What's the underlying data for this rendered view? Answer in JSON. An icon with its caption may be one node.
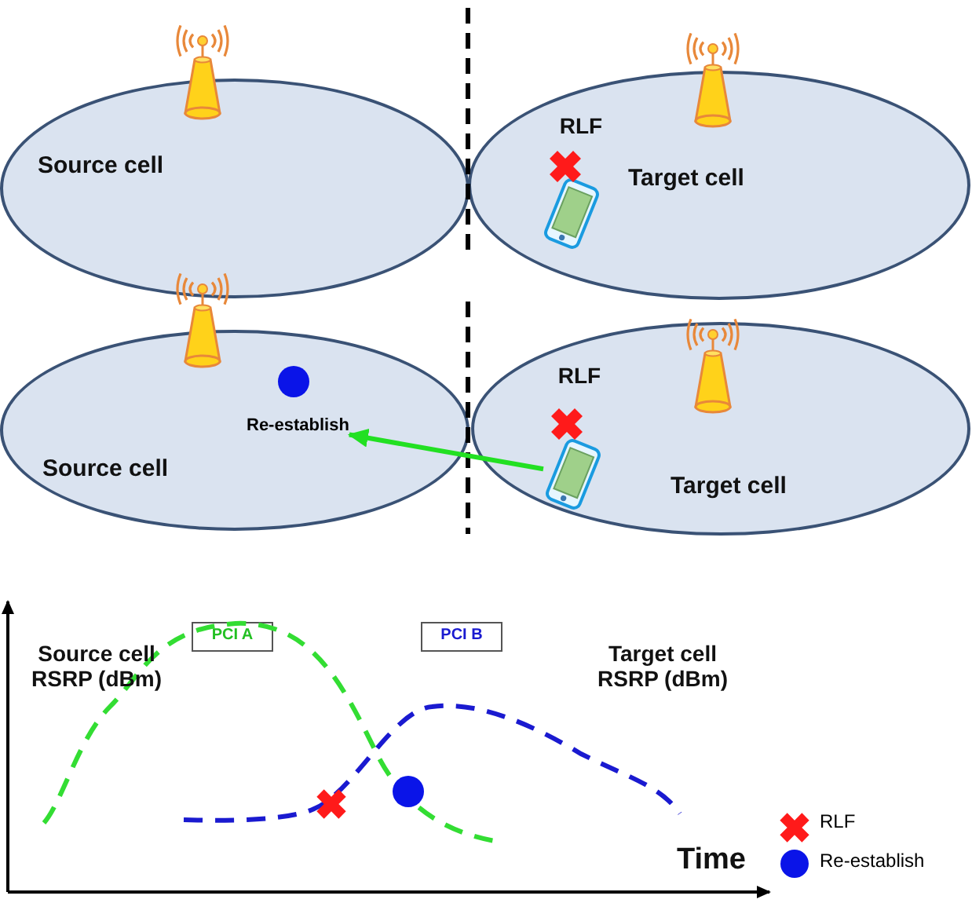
{
  "diagram": {
    "nodes": [
      {
        "text": [
          "Source cell"
        ]
      },
      {
        "text": [
          "Target cell"
        ]
      },
      {
        "text": [
          "Source cell"
        ]
      },
      {
        "text": [
          "Target cell"
        ]
      },
      {
        "text": [
          "Re-establish"
        ],
        "in": 2
      },
      {
        "text": [],
        "shape": "phone",
        "in": 3
      },
      {
        "text": [
          "PCI A"
        ]
      },
      {
        "text": [
          "PCI B"
        ]
      }
    ],
    "edges": [
      {
        "from": 5,
        "to": 4,
        "arrow": "to",
        "color": "#22e022"
      }
    ],
    "labels": [
      "RLF",
      "RLF",
      "Source cell RSRP (dBm)",
      "Target cell RSRP (dBm)",
      "Time"
    ],
    "legend": [
      {
        "text": "RLF"
      },
      {
        "text": "Re-establish"
      }
    ]
  }
}
